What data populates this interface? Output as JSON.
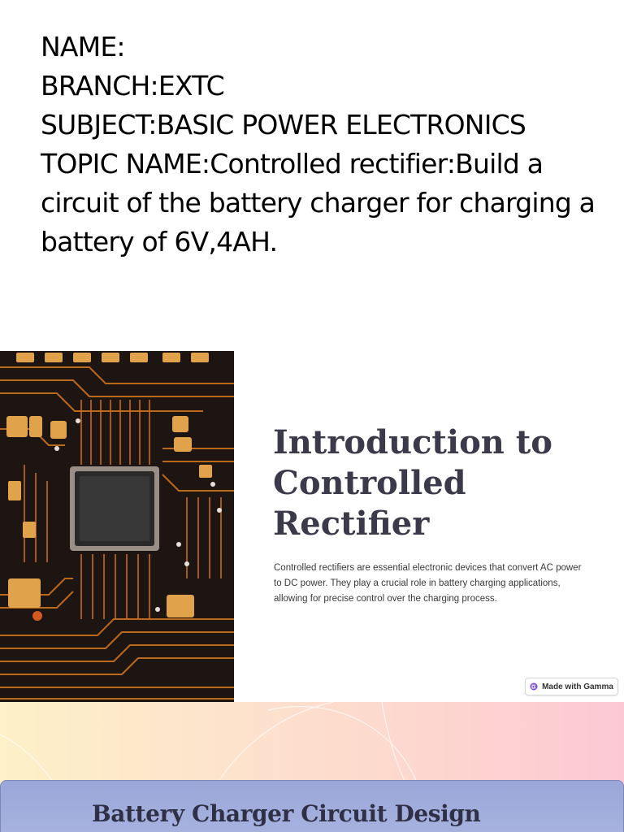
{
  "slide1": {
    "lines": [
      "NAME:",
      "BRANCH:EXTC",
      "SUBJECT:BASIC POWER ELECTRONICS",
      "TOPIC NAME:Controlled rectifier:Build a circuit of the battery charger for charging a battery of 6V,4AH."
    ]
  },
  "slide2": {
    "title": "Introduction to Controlled Rectifier",
    "body": "Controlled rectifiers are essential electronic devices that convert AC power to DC power. They play a crucial role in battery charging applications, allowing for precise control over the charging process.",
    "badge": "Made with Gamma",
    "image_icon": "circuit-board-photo"
  },
  "slide3": {
    "title": "Battery Charger Circuit Design"
  },
  "colors": {
    "title_text": "#3b3a4a",
    "pcb_trace": "#d9781e",
    "card_blue": "#a3afdd"
  }
}
